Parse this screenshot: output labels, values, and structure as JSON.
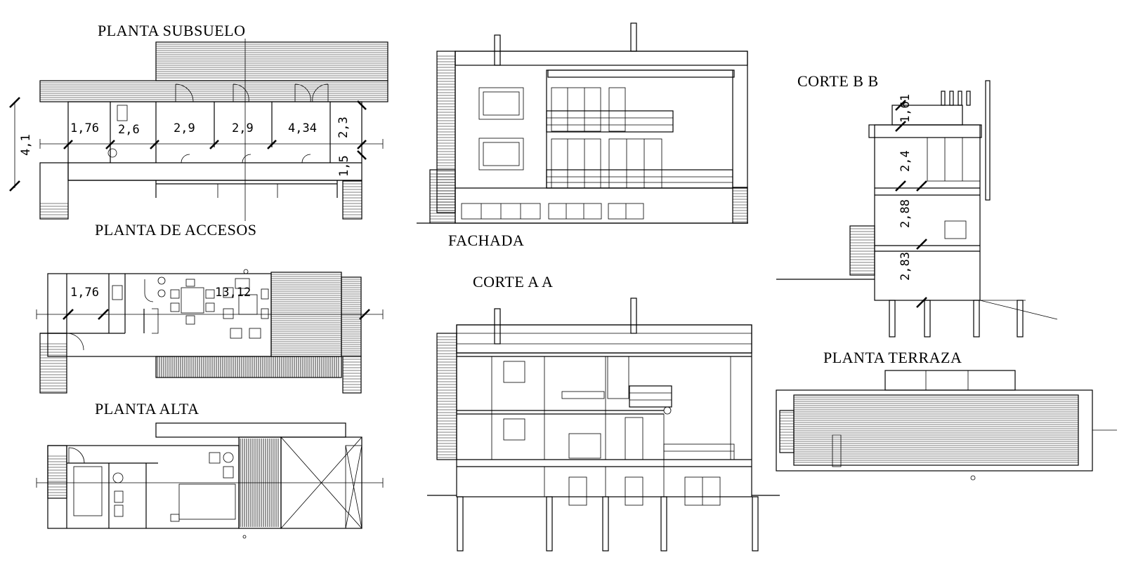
{
  "drawings": {
    "planta_subsuelo": {
      "title": "PLANTA  SUBSUELO",
      "dims": [
        "1,76",
        "2,6",
        "2,9",
        "2,9",
        "4,34",
        "2,3",
        "1,5",
        "4,1"
      ]
    },
    "planta_accesos": {
      "title": "PLANTA DE ACCESOS",
      "dims": [
        "1,76",
        "13,12"
      ]
    },
    "planta_alta": {
      "title": "PLANTA ALTA"
    },
    "fachada": {
      "title": "FACHADA"
    },
    "corte_aa": {
      "title": "CORTE A A"
    },
    "corte_bb": {
      "title": "CORTE B B",
      "dims": [
        "1,61",
        "2,4",
        "2,88",
        "2,83"
      ]
    },
    "planta_terraza": {
      "title": "PLANTA TERRAZA"
    }
  }
}
